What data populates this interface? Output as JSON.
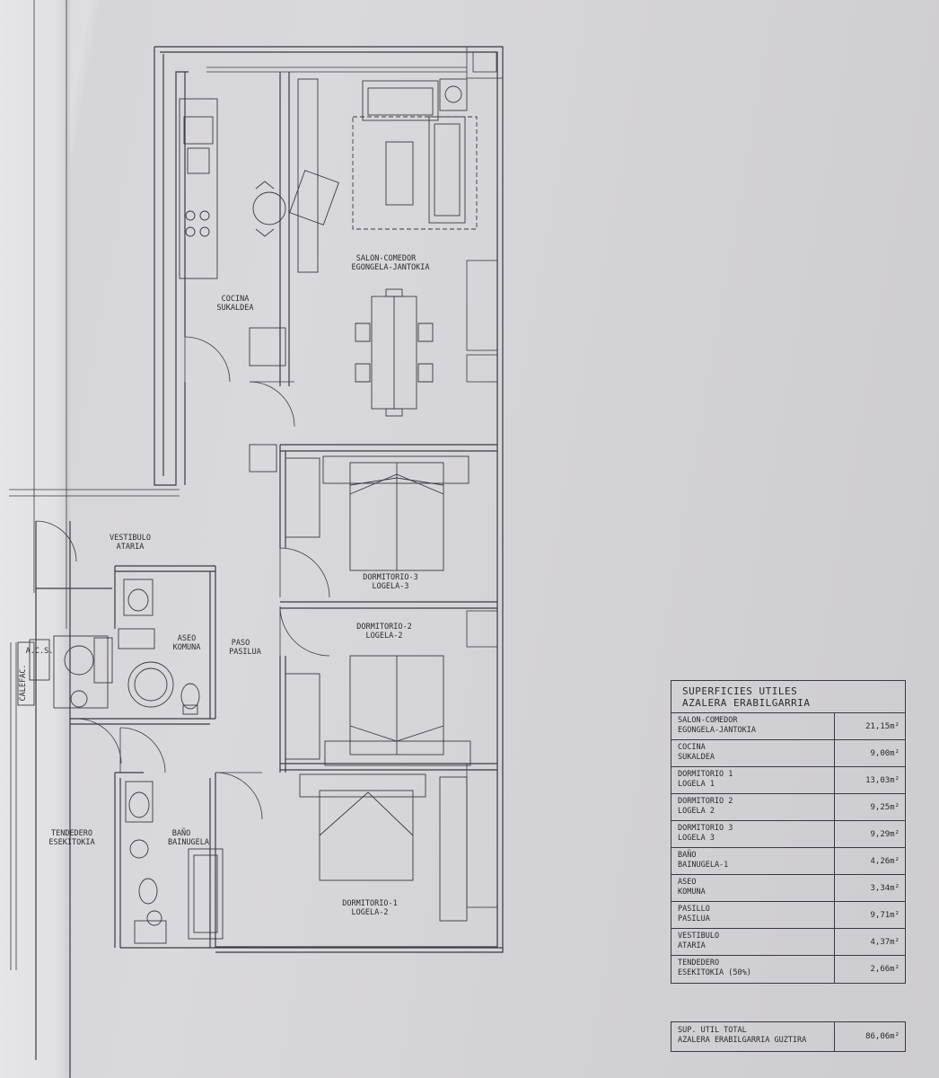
{
  "rooms": {
    "cocina": [
      "COCINA",
      "SUKALDEA"
    ],
    "salon": [
      "SALON-COMEDOR",
      "EGONGELA-JANTOKIA"
    ],
    "dormitorio3": [
      "DORMITORIO-3",
      "LOGELA-3"
    ],
    "dormitorio2": [
      "DORMITORIO-2",
      "LOGELA-2"
    ],
    "dormitorio1": [
      "DORMITORIO-1",
      "LOGELA-2"
    ],
    "vestibulo": [
      "VESTIBULO",
      "ATARIA"
    ],
    "aseo": [
      "ASEO",
      "KOMUNA"
    ],
    "paso": [
      "PASO",
      "PASILUA"
    ],
    "bano": [
      "BAÑO",
      "BAINUGELA"
    ],
    "tendedero": [
      "TENDEDERO",
      "ESEKITOKIA"
    ],
    "calefac": "CALEFAC.",
    "acs": "A.C.S."
  },
  "area_table": {
    "title": [
      "SUPERFICIES UTILES",
      "AZALERA ERABILGARRIA"
    ],
    "rows": [
      {
        "name": [
          "SALON-COMEDOR",
          "EGONGELA-JANTOKIA"
        ],
        "value": "21,15m²"
      },
      {
        "name": [
          "COCINA",
          "SUKALDEA"
        ],
        "value": "9,00m²"
      },
      {
        "name": [
          "DORMITORIO 1",
          "LOGELA 1"
        ],
        "value": "13,03m²"
      },
      {
        "name": [
          "DORMITORIO 2",
          "LOGELA 2"
        ],
        "value": "9,25m²"
      },
      {
        "name": [
          "DORMITORIO 3",
          "LOGELA 3"
        ],
        "value": "9,29m²"
      },
      {
        "name": [
          "BAÑO",
          "BAINUGELA-1"
        ],
        "value": "4,26m²"
      },
      {
        "name": [
          "ASEO",
          "KOMUNA"
        ],
        "value": "3,34m²"
      },
      {
        "name": [
          "PASILLO",
          "PASILUA"
        ],
        "value": "9,71m²"
      },
      {
        "name": [
          "VESTIBULO",
          "ATARIA"
        ],
        "value": "4,37m²"
      },
      {
        "name": [
          "TENDEDERO",
          "ESEKITOKIA (50%)"
        ],
        "value": "2,66m²"
      }
    ],
    "total": {
      "name": [
        "SUP. UTIL TOTAL",
        "AZALERA ERABILGARRIA GUZTIRA"
      ],
      "value": "86,06m²"
    }
  }
}
